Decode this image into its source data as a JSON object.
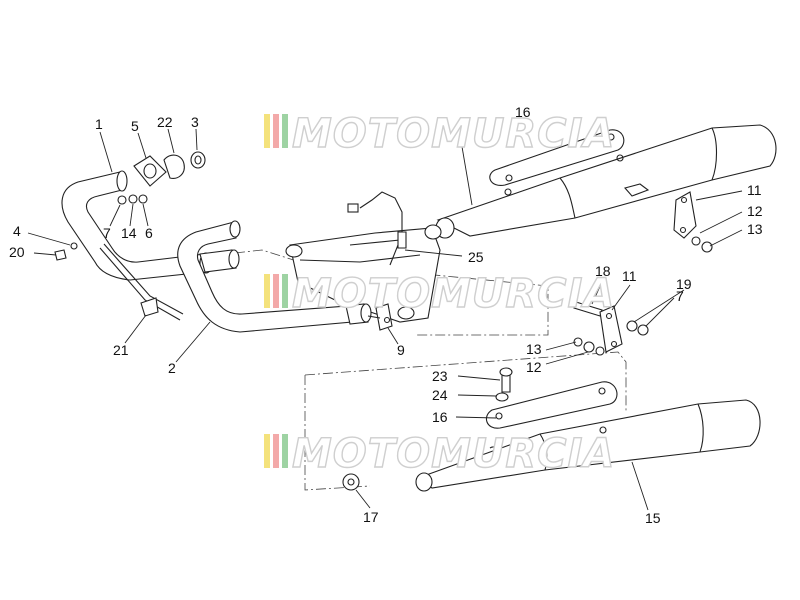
{
  "watermark": {
    "text": "MOTOMURCIA",
    "stripe_colors": [
      "#f4e27c",
      "#f3a9a9",
      "#9ed3a3"
    ]
  },
  "callouts": [
    {
      "id": "1",
      "text": "1"
    },
    {
      "id": "5",
      "text": "5"
    },
    {
      "id": "22",
      "text": "22"
    },
    {
      "id": "3",
      "text": "3"
    },
    {
      "id": "16a",
      "text": "16"
    },
    {
      "id": "4",
      "text": "4"
    },
    {
      "id": "20",
      "text": "20"
    },
    {
      "id": "7a",
      "text": "7"
    },
    {
      "id": "14",
      "text": "14"
    },
    {
      "id": "6",
      "text": "6"
    },
    {
      "id": "11a",
      "text": "11"
    },
    {
      "id": "12a",
      "text": "12"
    },
    {
      "id": "13a",
      "text": "13"
    },
    {
      "id": "25",
      "text": "25"
    },
    {
      "id": "18",
      "text": "18"
    },
    {
      "id": "11b",
      "text": "11"
    },
    {
      "id": "19",
      "text": "19"
    },
    {
      "id": "7b",
      "text": "7"
    },
    {
      "id": "21",
      "text": "21"
    },
    {
      "id": "9",
      "text": "9"
    },
    {
      "id": "2",
      "text": "2"
    },
    {
      "id": "13b",
      "text": "13"
    },
    {
      "id": "12b",
      "text": "12"
    },
    {
      "id": "23",
      "text": "23"
    },
    {
      "id": "24",
      "text": "24"
    },
    {
      "id": "16b",
      "text": "16"
    },
    {
      "id": "17",
      "text": "17"
    },
    {
      "id": "15",
      "text": "15"
    }
  ]
}
